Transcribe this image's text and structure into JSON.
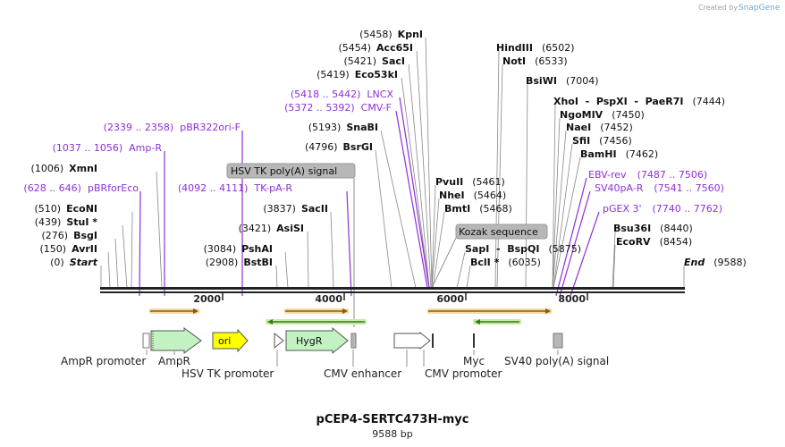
{
  "watermark": {
    "prefix": "Created by",
    "brand": "SnapGene"
  },
  "plasmid": {
    "name": "pCEP4-SERTC473H-myc",
    "length_label": "9588 bp",
    "length": 9588
  },
  "axis": {
    "ticks": [
      {
        "v": 2000,
        "label": "2000"
      },
      {
        "v": 4000,
        "label": "4000"
      },
      {
        "v": 6000,
        "label": "6000"
      },
      {
        "v": 8000,
        "label": "8000"
      }
    ]
  },
  "sites": [
    {
      "pos": "(0)",
      "name": "Start",
      "italic": true,
      "bp": 0
    },
    {
      "pos": "(150)",
      "name": "AvrII",
      "bp": 150
    },
    {
      "pos": "(276)",
      "name": "BsgI",
      "bp": 276
    },
    {
      "pos": "(439)",
      "name": "StuI *",
      "bp": 439
    },
    {
      "pos": "(510)",
      "name": "EcoNI",
      "bp": 510
    },
    {
      "pos": "(1006)",
      "name": "XmnI",
      "bp": 1006
    },
    {
      "pos": "(2908)",
      "name": "BstBI",
      "bp": 2908
    },
    {
      "pos": "(3084)",
      "name": "PshAI",
      "bp": 3084
    },
    {
      "pos": "(3421)",
      "name": "AsiSI",
      "bp": 3421
    },
    {
      "pos": "(3837)",
      "name": "SacII",
      "bp": 3837
    },
    {
      "pos": "(4796)",
      "name": "BsrGI",
      "bp": 4796
    },
    {
      "pos": "(5193)",
      "name": "SnaBI",
      "bp": 5193
    },
    {
      "pos": "(5419)",
      "name": "Eco53kI",
      "bp": 5419
    },
    {
      "pos": "(5421)",
      "name": "SacI",
      "bp": 5421
    },
    {
      "pos": "(5454)",
      "name": "Acc65I",
      "bp": 5454
    },
    {
      "pos": "(5458)",
      "name": "KpnI",
      "bp": 5458
    },
    {
      "pos": "(5461)",
      "name": "PvuII",
      "bp": 5461,
      "right": true
    },
    {
      "pos": "(5464)",
      "name": "NheI",
      "bp": 5464,
      "right": true
    },
    {
      "pos": "(5468)",
      "name": "BmtI",
      "bp": 5468,
      "right": true
    },
    {
      "pos": "(5875)",
      "name": "SapI  -  BspQI",
      "bp": 5875,
      "right": true
    },
    {
      "pos": "(6035)",
      "name": "BclI *",
      "bp": 6035,
      "right": true
    },
    {
      "pos": "(6502)",
      "name": "HindIII",
      "bp": 6502,
      "right": true
    },
    {
      "pos": "(6533)",
      "name": "NotI",
      "bp": 6533,
      "right": true
    },
    {
      "pos": "(7004)",
      "name": "BsiWI",
      "bp": 7004,
      "right": true
    },
    {
      "pos": "(7444)",
      "name": "XhoI  -  PspXI  -  PaeR7I",
      "bp": 7444,
      "right": true
    },
    {
      "pos": "(7450)",
      "name": "NgoMIV",
      "bp": 7450,
      "right": true
    },
    {
      "pos": "(7452)",
      "name": "NaeI",
      "bp": 7452,
      "right": true
    },
    {
      "pos": "(7456)",
      "name": "SfiI",
      "bp": 7456,
      "right": true
    },
    {
      "pos": "(7462)",
      "name": "BamHI",
      "bp": 7462,
      "right": true
    },
    {
      "pos": "(8440)",
      "name": "Bsu36I",
      "bp": 8440,
      "right": true
    },
    {
      "pos": "(8454)",
      "name": "EcoRV",
      "bp": 8454,
      "right": true
    },
    {
      "pos": "(9588)",
      "name": "End",
      "italic": true,
      "bp": 9588,
      "right": true
    }
  ],
  "primers": [
    {
      "name": "pBRforEco",
      "range": "(628 .. 646)"
    },
    {
      "name": "Amp-R",
      "range": "(1037 .. 1056)"
    },
    {
      "name": "pBR322ori-F",
      "range": "(2339 .. 2358)"
    },
    {
      "name": "TK-pA-R",
      "range": "(4092 .. 4111)"
    },
    {
      "name": "CMV-F",
      "range": "(5372 .. 5392)"
    },
    {
      "name": "LNCX",
      "range": "(5418 .. 5442)"
    },
    {
      "name": "EBV-rev",
      "range": "(7487 .. 7506)"
    },
    {
      "name": "SV40pA-R",
      "range": "(7541 .. 7560)"
    },
    {
      "name": "pGEX 3'",
      "range": "(7740 .. 7762)"
    }
  ],
  "boxed_labels": [
    {
      "text": "HSV TK poly(A) signal"
    },
    {
      "text": "Kozak sequence"
    }
  ],
  "features": [
    {
      "label": "AmpR promoter"
    },
    {
      "label": "AmpR"
    },
    {
      "label": "ori"
    },
    {
      "label": "HSV TK promoter"
    },
    {
      "label": "HygR"
    },
    {
      "label": "CMV enhancer"
    },
    {
      "label": "CMV promoter"
    },
    {
      "label": "Myc"
    },
    {
      "label": "SV40 poly(A) signal"
    }
  ],
  "colors": {
    "primer": "#8f2fd6",
    "amp": "#c2f2c2",
    "ori": "#ffff00",
    "orf_arrow": "#e0a030",
    "green_arrow": "#4f9a2a",
    "grey": "#b7b7b7"
  }
}
